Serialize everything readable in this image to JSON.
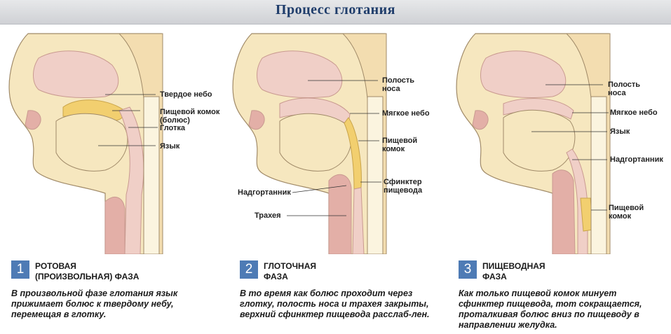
{
  "header": {
    "title": "Процесс глотания"
  },
  "panels": [
    {
      "labels": {
        "hard_palate": "Твердое небо",
        "bolus": "Пищевой комок (болюс)",
        "pharynx": "Глотка",
        "tongue": "Язык"
      },
      "number": "1",
      "phase_title_line1": "РОТОВАЯ",
      "phase_title_line2": "(ПРОИЗВОЛЬНАЯ) ФАЗА",
      "description": "В произвольной фазе глотания язык прижимает болюс к твердому небу, перемещая в глотку."
    },
    {
      "labels": {
        "nasal_cavity_1": "Полость",
        "nasal_cavity_2": "носа",
        "soft_palate": "Мягкое небо",
        "bolus_1": "Пищевой",
        "bolus_2": "комок",
        "sphincter_1": "Сфинктер",
        "sphincter_2": "пищевода",
        "epiglottis": "Надгортанник",
        "trachea": "Трахея"
      },
      "number": "2",
      "phase_title_line1": "ГЛОТОЧНАЯ",
      "phase_title_line2": "ФАЗА",
      "description": "В то время как болюс проходит через глотку, полость носа и трахея закрыты, верхний сфинктер пищевода расслаб-лен."
    },
    {
      "labels": {
        "nasal_cavity_1": "Полость",
        "nasal_cavity_2": "носа",
        "soft_palate": "Мягкое небо",
        "tongue": "Язык",
        "epiglottis": "Надгортанник",
        "bolus_1": "Пищевой",
        "bolus_2": "комок"
      },
      "number": "3",
      "phase_title_line1": "ПИЩЕВОДНАЯ",
      "phase_title_line2": "ФАЗА",
      "description": "Как только пищевой комок минует сфинктер пищевода, тот сокращается, проталкивая болюс вниз по пищеводу в направлении желудка."
    }
  ],
  "colors": {
    "skin": "#f6e7bf",
    "tissue": "#f0cfc7",
    "tissue_dark": "#e3afa7",
    "bolus": "#f2cf6f",
    "bone": "#fbf4df",
    "outline": "#a08a68",
    "accent": "#4e7bb5"
  }
}
